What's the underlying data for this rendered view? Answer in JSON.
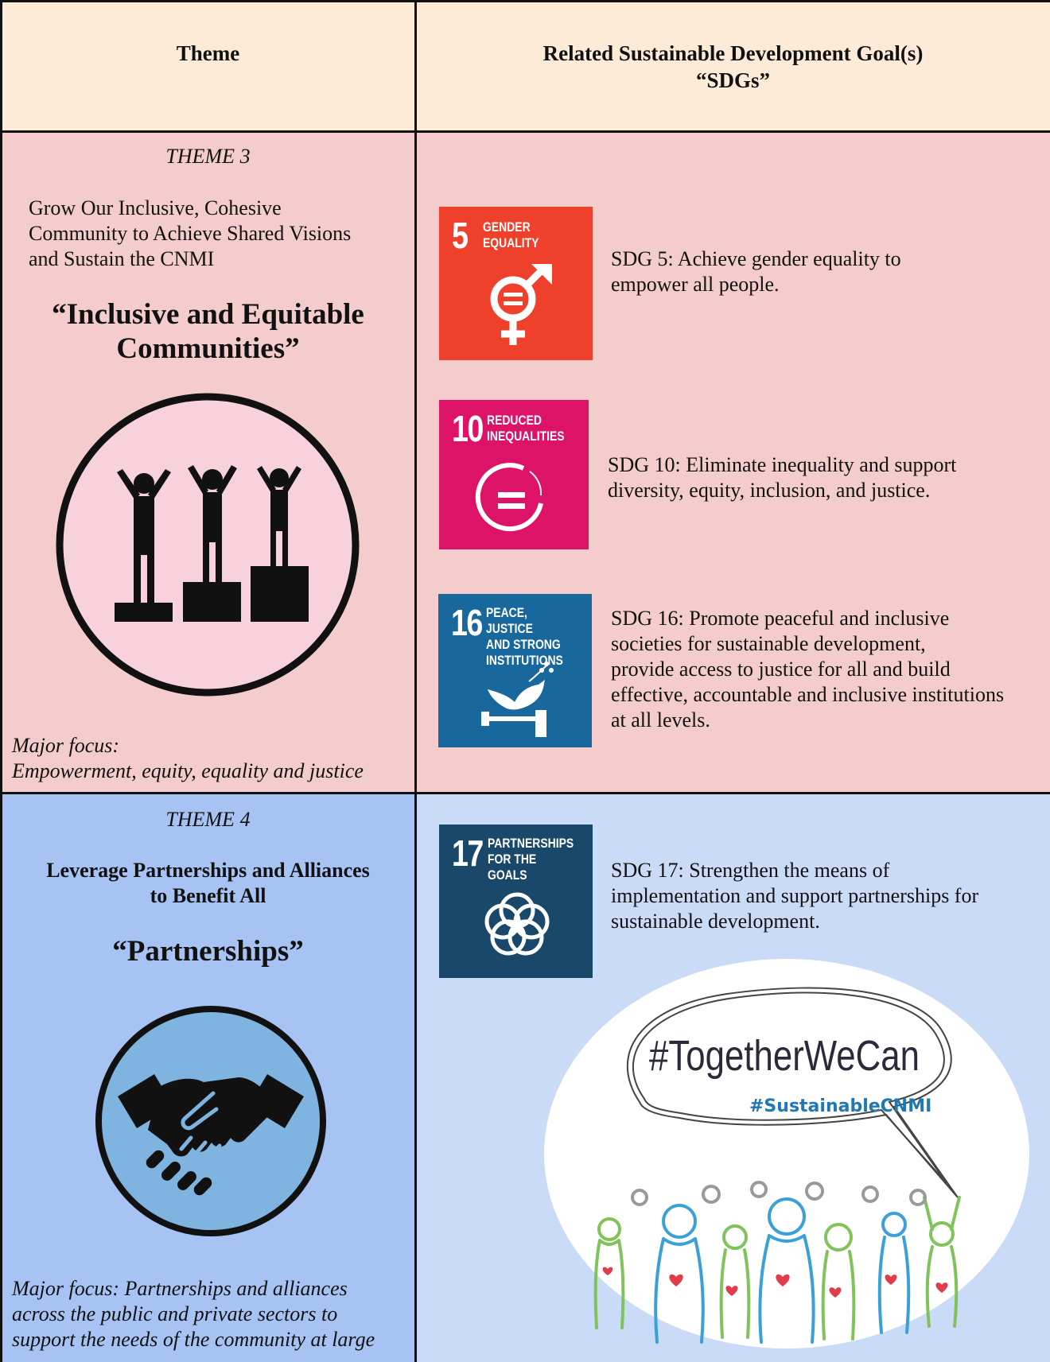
{
  "header": {
    "theme_col": "Theme",
    "sdg_col_line1": "Related Sustainable Development Goal(s)",
    "sdg_col_line2": "“SDGs”"
  },
  "theme3": {
    "label": "THEME 3",
    "title_line1": "Grow Our Inclusive, Cohesive",
    "title_line2": "Community to Achieve Shared Visions",
    "title_line3": "and Sustain the CNMI",
    "slogan_line1": "“Inclusive and Equitable",
    "slogan_line2": "Communities”",
    "icon": "podium-people-icon",
    "focus_line1": "Major focus:",
    "focus_line2": "Empowerment, equity, equality and justice"
  },
  "theme4": {
    "label": "THEME 4",
    "title_line1": "Leverage Partnerships and Alliances",
    "title_line2": "to Benefit All",
    "slogan": "“Partnerships”",
    "icon": "handshake-icon",
    "focus_line1": "Major focus: Partnerships and alliances",
    "focus_line2": "across the public and private sectors to",
    "focus_line3": "support the needs of the community at large"
  },
  "sdgs": [
    {
      "number": "5",
      "tile_label": "GENDER\nEQUALITY",
      "color": "#ef402b",
      "icon": "gender-equality-icon",
      "desc_line1": "SDG 5: Achieve gender equality to",
      "desc_line2": "empower all people."
    },
    {
      "number": "10",
      "tile_label": "REDUCED\nINEQUALITIES",
      "color": "#dd1367",
      "icon": "reduced-inequalities-icon",
      "desc_line1": "SDG 10: Eliminate inequality and support",
      "desc_line2": "diversity, equity, inclusion, and justice."
    },
    {
      "number": "16",
      "tile_label": "PEACE, JUSTICE\nAND STRONG\nINSTITUTIONS",
      "color": "#19689d",
      "icon": "dove-gavel-icon",
      "desc_line1": "SDG 16: Promote peaceful and inclusive",
      "desc_line2": "societies for sustainable development,",
      "desc_line3": "provide access to justice for all and build",
      "desc_line4": "effective, accountable and inclusive institutions",
      "desc_line5": "at all levels."
    },
    {
      "number": "17",
      "tile_label": "PARTNERSHIPS\nFOR THE GOALS",
      "color": "#19486a",
      "icon": "interlocking-rings-icon",
      "desc_line1": "SDG 17: Strengthen the means of",
      "desc_line2": "implementation and support partnerships for",
      "desc_line3": "sustainable development."
    }
  ],
  "campaign": {
    "hashtag_main": "#TogetherWeCan",
    "hashtag_sub": "#SustainableCNMI",
    "hashtag_sub_color": "#1f78b4",
    "icon": "crowd-speech-bubble-icon"
  }
}
